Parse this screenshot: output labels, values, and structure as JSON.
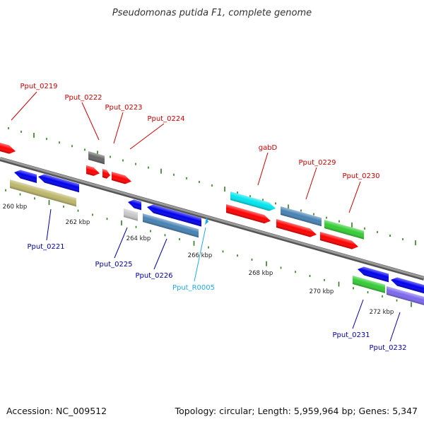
{
  "header": {
    "title": "Pseudomonas putida F1, complete genome"
  },
  "footer": {
    "accession": "Accession: NC_009512",
    "summary": "Topology: circular; Length: 5,959,964 bp; Genes: 5,347"
  },
  "colors": {
    "background": "#ffffff",
    "backbone": "#808080",
    "tick_marks": "#2e7d1e",
    "label_forward": "#cc0000",
    "label_reverse": "#0000aa",
    "label_rna": "#22aaee",
    "gene_red": "#ff0000",
    "gene_blue": "#0000ee",
    "gene_steelblue": "#4682b4",
    "gene_cyan": "#00e5ee",
    "gene_green": "#33cc33",
    "gene_khaki": "#bdb76b",
    "gene_purple": "#7b68ee",
    "gene_gray": "#c8c8c8",
    "gene_darkgray": "#666666"
  },
  "scale_labels": [
    "260 kbp",
    "262 kbp",
    "264 kbp",
    "266 kbp",
    "268 kbp",
    "270 kbp",
    "272 kbp"
  ],
  "gene_labels": {
    "forward": [
      "Pput_0219",
      "Pput_0222",
      "Pput_0223",
      "Pput_0224",
      "gabD",
      "Pput_0229",
      "Pput_0230"
    ],
    "reverse": [
      "Pput_0221",
      "Pput_0225",
      "Pput_0226",
      "Pput_0231",
      "Pput_0232"
    ],
    "rna": [
      "Pput_R0005"
    ]
  }
}
